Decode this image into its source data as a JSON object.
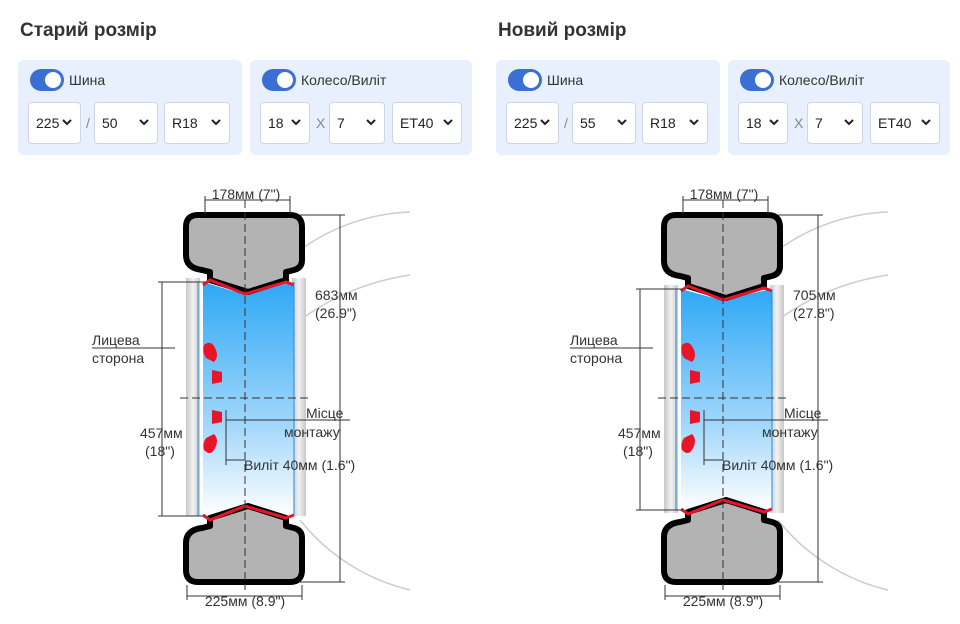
{
  "panels": [
    {
      "title": "Старий розмір",
      "tire": {
        "toggle_label": "Шина",
        "width": "225",
        "profile": "50",
        "rim": "R18",
        "sep": "/"
      },
      "wheel": {
        "toggle_label": "Колесо/Виліт",
        "diameter": "18",
        "width": "7",
        "offset": "ET40",
        "sep": "X"
      },
      "diagram": {
        "top_width": "178мм (7\")",
        "outer_diameter_mm": "683мм",
        "outer_diameter_in": "(26.9\")",
        "face_label_1": "Лицева",
        "face_label_2": "сторона",
        "rim_mm": "457мм",
        "rim_in": "(18\")",
        "mount_label_1": "Місце",
        "mount_label_2": "монтажу",
        "offset_label": "Виліт 40мм (1.6\")",
        "bottom_width": "225мм (8.9\")"
      }
    },
    {
      "title": "Новий розмір",
      "tire": {
        "toggle_label": "Шина",
        "width": "225",
        "profile": "55",
        "rim": "R18",
        "sep": "/"
      },
      "wheel": {
        "toggle_label": "Колесо/Виліт",
        "diameter": "18",
        "width": "7",
        "offset": "ET40",
        "sep": "X"
      },
      "diagram": {
        "top_width": "178мм (7\")",
        "outer_diameter_mm": "705мм",
        "outer_diameter_in": "(27.8\")",
        "face_label_1": "Лицева",
        "face_label_2": "сторона",
        "rim_mm": "457мм",
        "rim_in": "(18\")",
        "mount_label_1": "Місце",
        "mount_label_2": "монтажу",
        "offset_label": "Виліт 40мм (1.6\")",
        "bottom_width": "225мм (8.9\")"
      }
    }
  ],
  "colors": {
    "accent": "#3b6fd4",
    "card_bg": "#e8f0fd",
    "rim_red": "#e8142a",
    "tire_gray": "#b3b3b3"
  }
}
